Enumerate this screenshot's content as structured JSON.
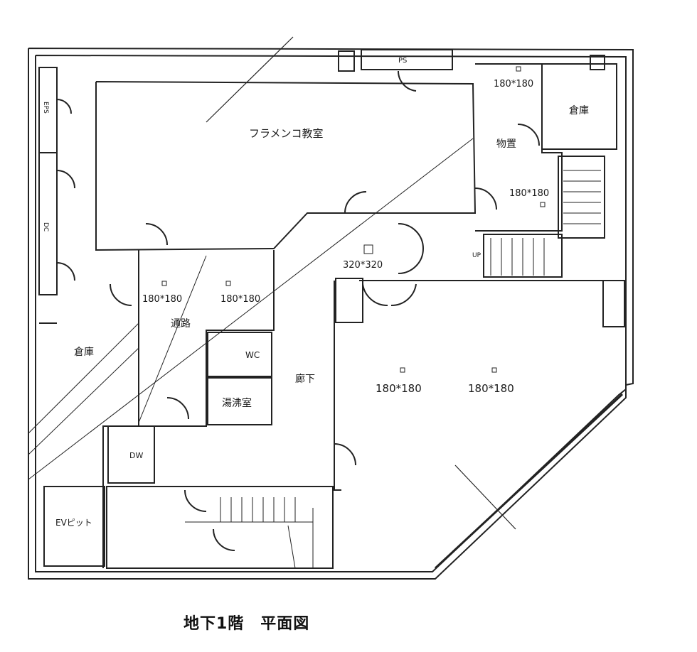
{
  "title": "地下1階　平面図",
  "rooms": {
    "studio": "フラメンコ教室",
    "storage_ne": "倉庫",
    "closet": "物置",
    "storage_w": "倉庫",
    "passage": "通路",
    "corridor": "廊下",
    "kitchenette": "湯沸室",
    "wc": "WC",
    "ev_pit": "EVピット",
    "ps_top": "PS",
    "ps_left1": "EPS",
    "ps_left2": "DC",
    "dw": "DW"
  },
  "dimensions": {
    "d1": "180*180",
    "d2": "180*180",
    "d3": "180*180",
    "d4": "180*180",
    "d5": "320*320",
    "d6": "180*180",
    "d7": "180*180"
  },
  "stair_labels": {
    "up": "UP"
  }
}
